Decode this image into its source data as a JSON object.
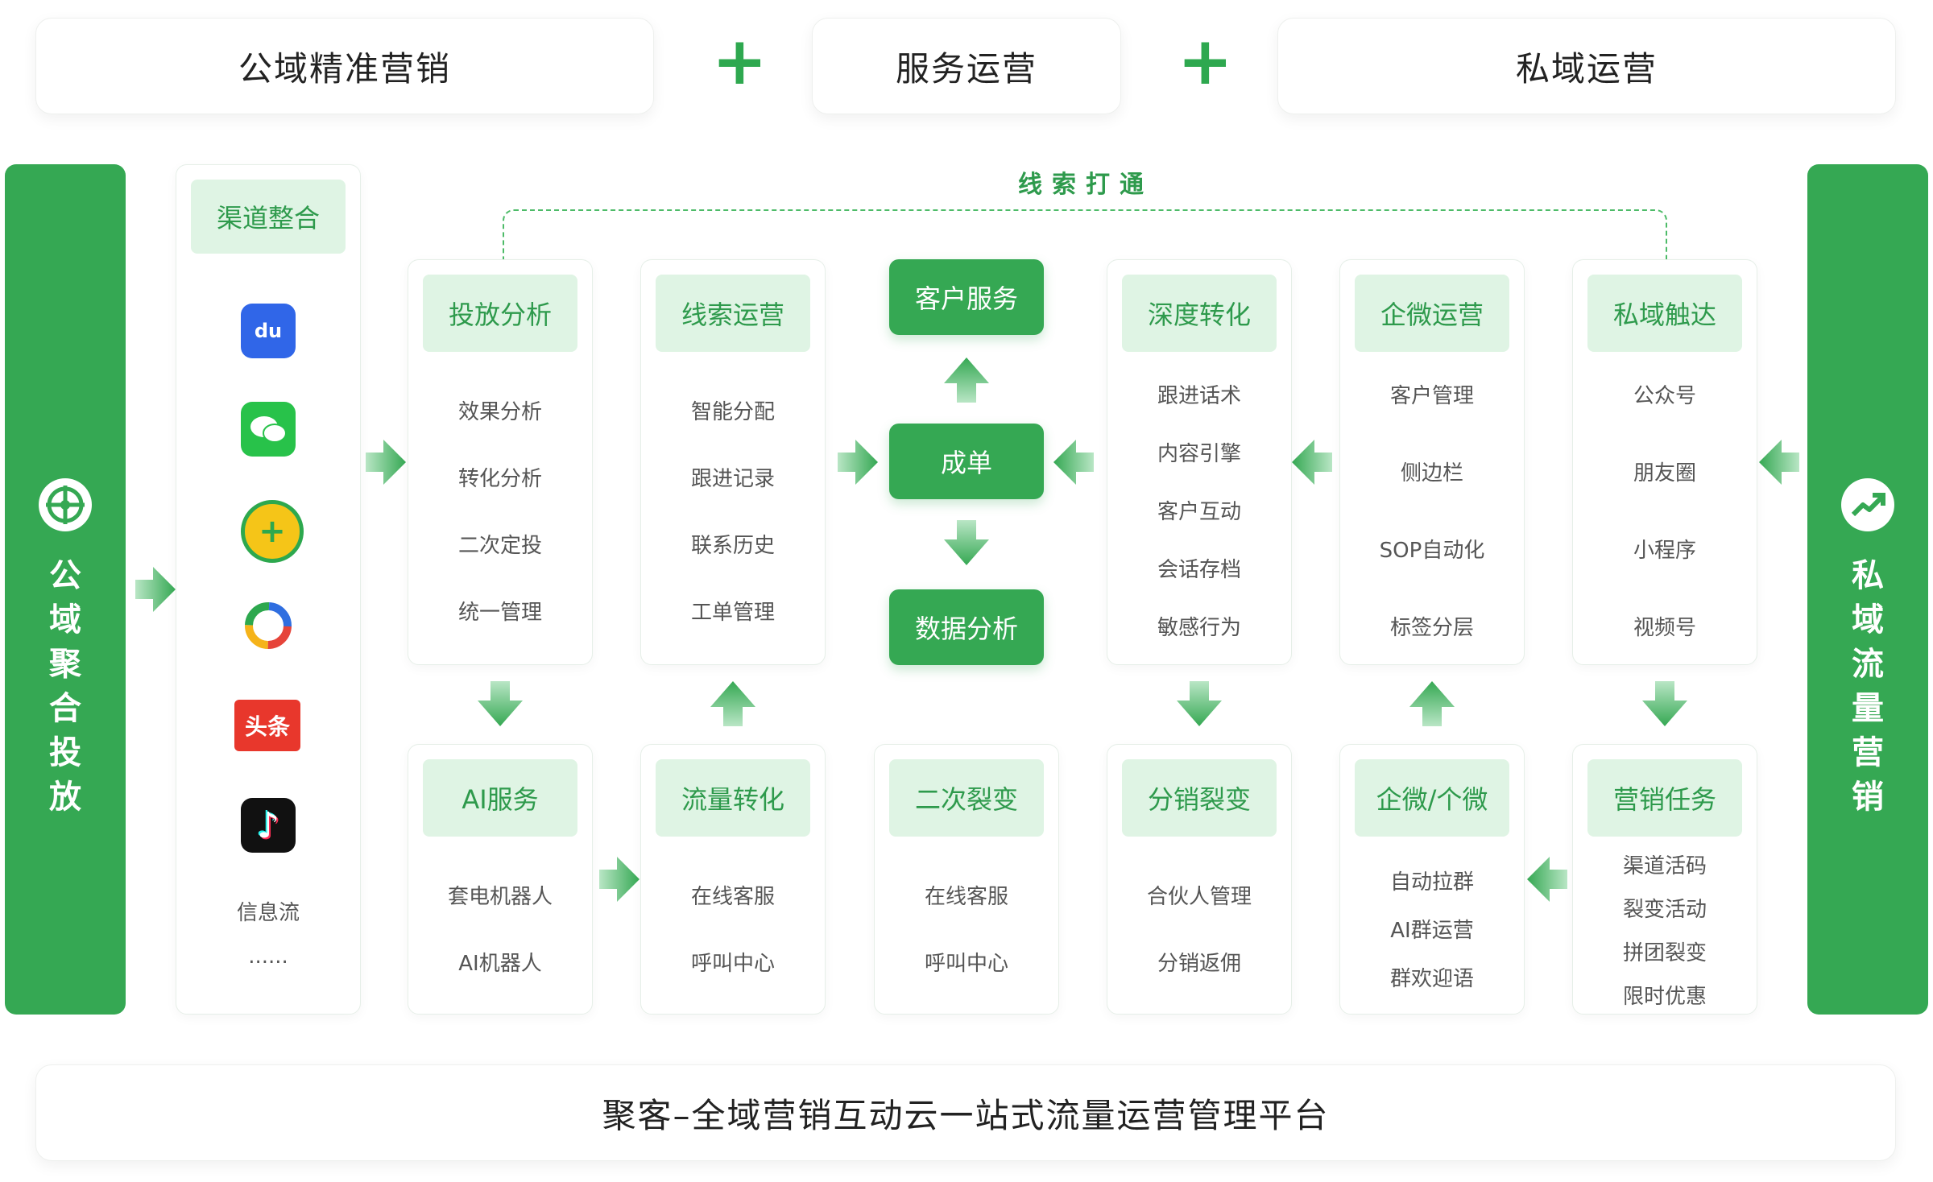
{
  "top": {
    "left": "公域精准营销",
    "middle": "服务运营",
    "right": "私域运营",
    "plus": "+"
  },
  "left_bar": {
    "text": [
      "公",
      "域",
      "聚",
      "合",
      "投",
      "放"
    ],
    "icon": "crosshair-icon"
  },
  "right_bar": {
    "text": [
      "私",
      "域",
      "流",
      "量",
      "营",
      "销"
    ],
    "icon": "trend-up-icon"
  },
  "channels": {
    "title": "渠道整合",
    "logos": [
      {
        "name": "baidu-logo",
        "glyph": "du",
        "color": "#3066e8"
      },
      {
        "name": "wechat-logo",
        "glyph": "••",
        "color": "#28c24a"
      },
      {
        "name": "qihoo-360-logo",
        "glyph": "+",
        "color": "#f5c518"
      },
      {
        "name": "sogou-logo",
        "glyph": "◔",
        "color": "#ffffff"
      },
      {
        "name": "toutiao-logo",
        "glyph": "头条",
        "color": "#e8372c"
      },
      {
        "name": "douyin-logo",
        "glyph": "♪",
        "color": "#111111"
      }
    ],
    "items": [
      "信息流",
      "......"
    ]
  },
  "link_label": "线索打通",
  "cards_top": [
    {
      "id": "ad-analysis",
      "title": "投放分析",
      "items": [
        "效果分析",
        "转化分析",
        "二次定投",
        "统一管理"
      ]
    },
    {
      "id": "lead-ops",
      "title": "线索运营",
      "items": [
        "智能分配",
        "跟进记录",
        "联系历史",
        "工单管理"
      ]
    },
    {
      "id": "deep-conversion",
      "title": "深度转化",
      "items": [
        "跟进话术",
        "内容引擎",
        "客户互动",
        "会话存档",
        "敏感行为"
      ]
    },
    {
      "id": "wecom-ops",
      "title": "企微运营",
      "items": [
        "客户管理",
        "侧边栏",
        "SOP自动化",
        "标签分层"
      ]
    },
    {
      "id": "private-reach",
      "title": "私域触达",
      "items": [
        "公众号",
        "朋友圈",
        "小程序",
        "视频号"
      ]
    }
  ],
  "cards_bottom": [
    {
      "id": "ai-service",
      "title": "AI服务",
      "items": [
        "套电机器人",
        "AI机器人"
      ]
    },
    {
      "id": "traffic-conversion",
      "title": "流量转化",
      "items": [
        "在线客服",
        "呼叫中心"
      ]
    },
    {
      "id": "second-fission",
      "title": "二次裂变",
      "items": [
        "在线客服",
        "呼叫中心"
      ]
    },
    {
      "id": "distribution-fission",
      "title": "分销裂变",
      "items": [
        "合伙人管理",
        "分销返佣"
      ]
    },
    {
      "id": "wecom-personal",
      "title": "企微/个微",
      "items": [
        "自动拉群",
        "AI群运营",
        "群欢迎语"
      ]
    },
    {
      "id": "marketing-tasks",
      "title": "营销任务",
      "items": [
        "渠道活码",
        "裂变活动",
        "拼团裂变",
        "限时优惠"
      ]
    }
  ],
  "center": {
    "service": "客户服务",
    "deal": "成单",
    "data": "数据分析"
  },
  "footer": "聚客–全域营销互动云一站式流量运营管理平台",
  "colors": {
    "accent": "#35a853",
    "light": "#dff4e4",
    "text_green": "#2e9a4c"
  }
}
